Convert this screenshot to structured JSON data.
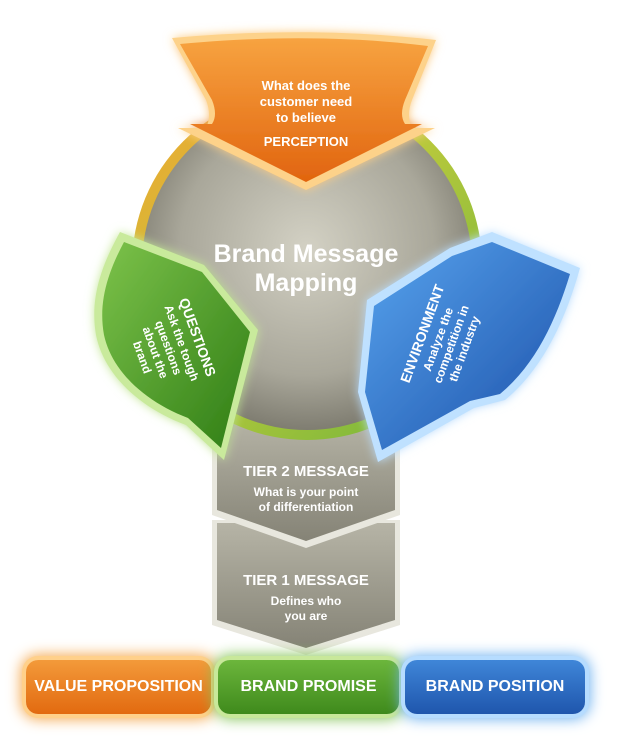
{
  "title": {
    "line1": "Brand Message",
    "line2": "Mapping"
  },
  "perception": {
    "line1": "What does the",
    "line2": "customer need",
    "line3": "to believe",
    "heading": "PERCEPTION"
  },
  "questions": {
    "heading": "QUESTIONS",
    "line1": "Ask the tough",
    "line2": "questions",
    "line3": "about the",
    "line4": "brand"
  },
  "environment": {
    "heading": "ENVIRONMENT",
    "line1": "Analyze the",
    "line2": "competition in",
    "line3": "the industry"
  },
  "tier2": {
    "heading": "TIER 2 MESSAGE",
    "line1": "What is your point",
    "line2": "of differentiation"
  },
  "tier1": {
    "heading": "TIER 1 MESSAGE",
    "line1": "Defines who",
    "line2": "you are"
  },
  "buttons": {
    "value_proposition": "VALUE PROPOSITION",
    "brand_promise": "BRAND PROMISE",
    "brand_position": "BRAND POSITION"
  },
  "colors": {
    "orange": "#ee7e1c",
    "green": "#4f9e28",
    "blue": "#2f6fcf",
    "gray": "#9b9a8d"
  }
}
